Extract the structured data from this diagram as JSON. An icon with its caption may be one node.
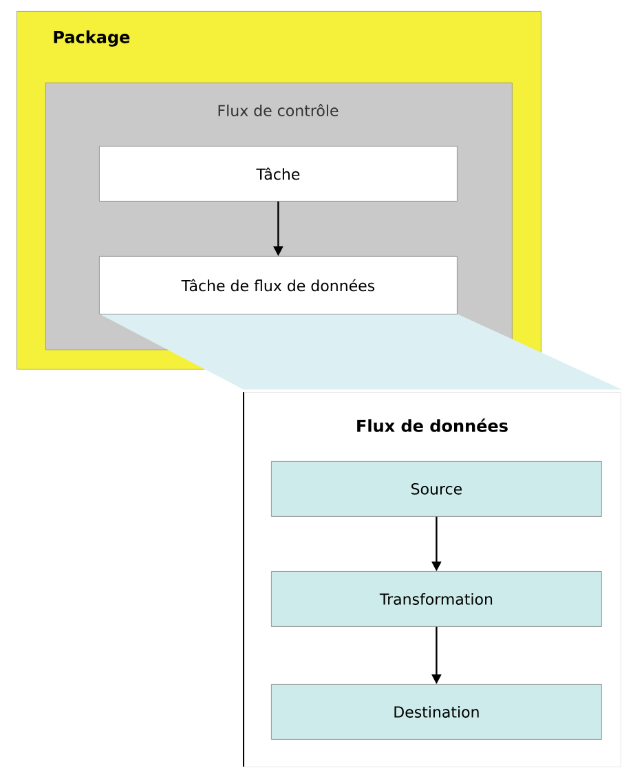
{
  "diagram": {
    "nodes": [
      {
        "text": [
          "Package"
        ]
      },
      {
        "text": [
          "Flux de contrôle"
        ],
        "in": 0
      },
      {
        "text": [
          "Tâche"
        ],
        "in": 1
      },
      {
        "text": [
          "Tâche de flux de données"
        ],
        "in": 1
      },
      {
        "text": [
          "Flux de données"
        ]
      },
      {
        "text": [
          "Source"
        ],
        "in": 4
      },
      {
        "text": [
          "Transformation"
        ],
        "in": 4
      },
      {
        "text": [
          "Destination"
        ],
        "in": 4
      }
    ],
    "edges": [
      {
        "from": 2,
        "to": 3,
        "arrow": "to"
      },
      {
        "from": 5,
        "to": 6,
        "arrow": "to"
      },
      {
        "from": 6,
        "to": 7,
        "arrow": "to"
      }
    ]
  }
}
